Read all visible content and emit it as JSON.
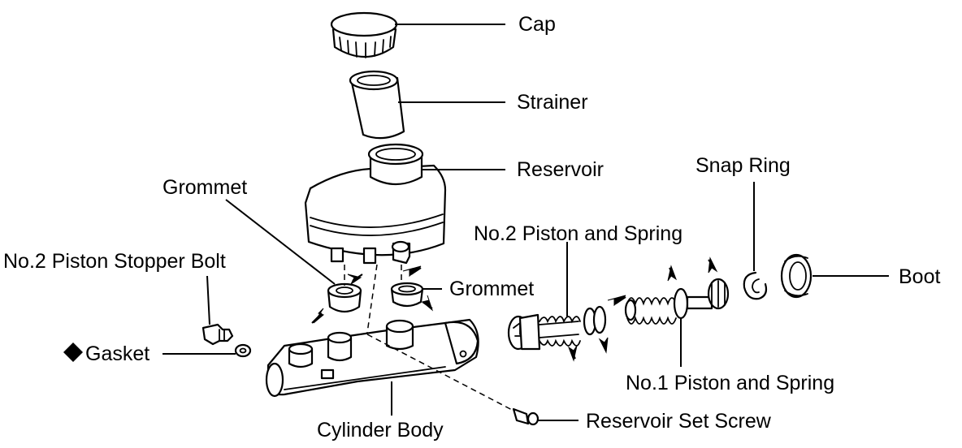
{
  "labels": {
    "cap": "Cap",
    "strainer": "Strainer",
    "reservoir": "Reservoir",
    "grommet_upper": "Grommet",
    "grommet_right": "Grommet",
    "stopper_bolt": "No.2 Piston Stopper Bolt",
    "gasket": "Gasket",
    "cylinder_body": "Cylinder Body",
    "set_screw": "Reservoir Set Screw",
    "snap_ring": "Snap Ring",
    "no2_piston": "No.2 Piston and Spring",
    "no1_piston": "No.1 Piston and Spring",
    "boot": "Boot"
  },
  "colors": {
    "ink": "#000000",
    "paper": "#ffffff"
  },
  "icons": {
    "gasket_marker": "solid-diamond-icon"
  }
}
